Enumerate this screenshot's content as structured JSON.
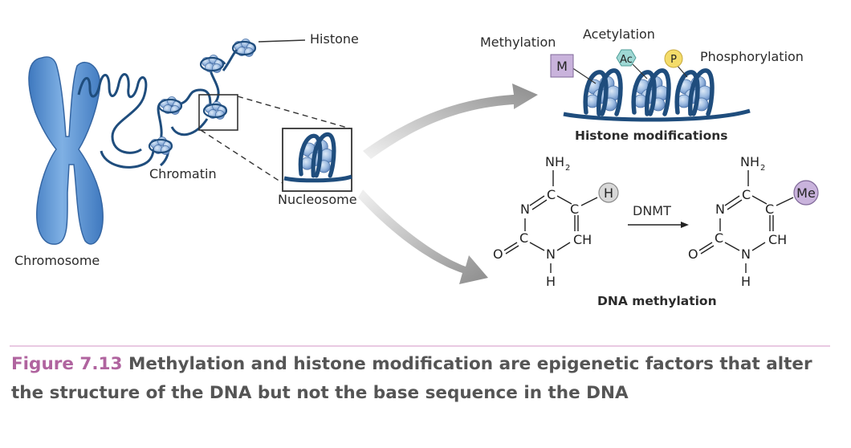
{
  "labels": {
    "histone": "Histone",
    "chromatin": "Chromatin",
    "chromosome": "Chromosome",
    "nucleosome": "Nucleosome",
    "methylation": "Methylation",
    "acetylation": "Acetylation",
    "phosphorylation": "Phosphorylation",
    "histone_modifications": "Histone modifications",
    "dna_methylation": "DNA methylation",
    "dnmt": "DNMT"
  },
  "tags": {
    "m": "M",
    "ac": "Ac",
    "p": "P",
    "h": "H",
    "me": "Me"
  },
  "chem": {
    "nh2": "NH",
    "nh2_sub": "2",
    "n": "N",
    "c": "C",
    "ch": "CH",
    "o": "O",
    "h": "H"
  },
  "caption": {
    "figure_number": "Figure 7.13",
    "text": "Methylation and histone modification are epigenetic factors that alter the structure of the DNA but not the base sequence in the DNA"
  },
  "colors": {
    "dna_blue": "#2f5f8f",
    "chromosome_blue": "#6d9fd6",
    "histone_light": "#a9c5e6",
    "methyl_purple": "#c9b3dc",
    "acetyl_teal": "#9fd8d4",
    "phospho_yellow": "#f4dc6a",
    "caption_pink": "#b0649f"
  }
}
